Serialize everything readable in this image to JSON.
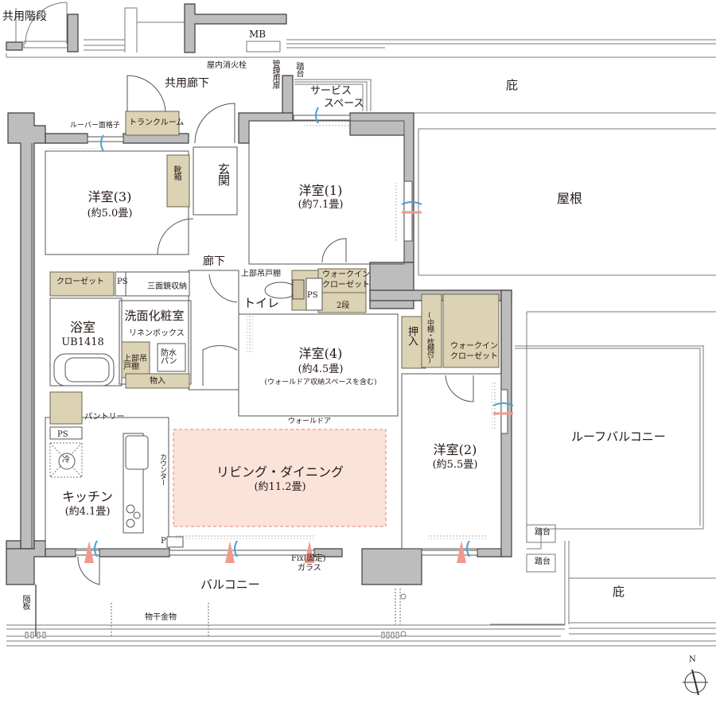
{
  "plan": {
    "colors": {
      "wall": "#bdbdbd",
      "wall_edge": "#4a4a4a",
      "storage": "#dcd2b4",
      "living_highlight": "#fbe3d9",
      "living_border": "#e8806c",
      "air_blue": "#4a9fd4",
      "light_red": "#ef9a8f",
      "line": "#6b6b6b"
    },
    "exterior": {
      "common_stairs": "共用階段",
      "mb": "MB",
      "fire_hydrant": "屋内消火栓",
      "management_door": "管理用扉",
      "step_top": "踏台",
      "common_corridor": "共用廊下",
      "service_space_1": "サービス",
      "service_space_2": "スペース",
      "eaves_top": "庇",
      "roof": "屋根",
      "louver": "ルーバー面格子",
      "trunk_room": "トランクルーム",
      "roof_balcony": "ルーフバルコニー",
      "step_1": "踏台",
      "step_2": "踏台",
      "eaves_bottom": "庇",
      "balcony": "バルコニー",
      "partition": "隔板",
      "clothes_hanger": "物干金物",
      "fix_glass_1": "Fix(固定)",
      "fix_glass_2": "ガラス",
      "compass_n": "N"
    },
    "rooms": {
      "western_3": {
        "name": "洋室(3)",
        "size": "(約5.0畳)"
      },
      "western_1": {
        "name": "洋室(1)",
        "size": "(約7.1畳)"
      },
      "western_4": {
        "name": "洋室(4)",
        "size": "(約4.5畳)",
        "note": "(ウォールドア収納スペースを含む)"
      },
      "western_2": {
        "name": "洋室(2)",
        "size": "(約5.5畳)"
      },
      "living_dining": {
        "name": "リビング・ダイニング",
        "size": "(約11.2畳)"
      },
      "kitchen": {
        "name": "キッチン",
        "size": "(約4.1畳)"
      },
      "bathroom": {
        "name": "浴室",
        "size": "UB1418"
      },
      "washroom": {
        "name": "洗面化粧室"
      },
      "entrance": {
        "name": "玄関"
      },
      "hallway": {
        "name": "廊下"
      },
      "toilet": {
        "name": "トイレ"
      }
    },
    "fixtures": {
      "shoe_box": "靴箱",
      "closet": "クローゼット",
      "ps_1": "PS",
      "ps_2": "PS",
      "ps_3": "PS",
      "triple_mirror": "三面鏡収納",
      "linen_box": "リネンボックス",
      "upper_cabinet_bath": "上部吊戸棚",
      "waterproof_pan": "防水パン",
      "storage": "物入",
      "pantry": "パントリー",
      "fridge": "冷",
      "counter": "カウンター",
      "p_label": "P",
      "upper_cabinet_toilet": "上部吊戸棚",
      "wic_1": "ウォークイン",
      "wic_1b": "クローゼット",
      "two_tier": "2段",
      "oshiire": "押入",
      "mid_shelf": "(中棚・枕棚付)",
      "wic_2": "ウォークイン",
      "wic_2b": "クローゼット",
      "wall_door": "ウォールドア"
    }
  }
}
